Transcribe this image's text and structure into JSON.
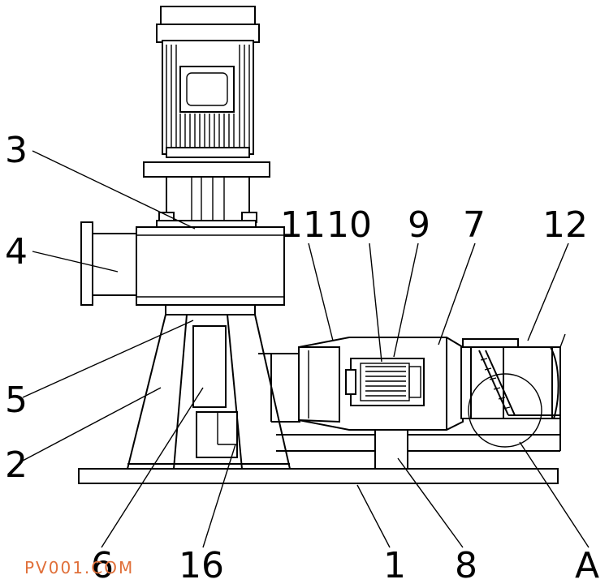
{
  "labels": {
    "l3": "3",
    "l4": "4",
    "l5": "5",
    "l2": "2",
    "l11": "11",
    "l10": "10",
    "l9": "9",
    "l7": "7",
    "l12": "12",
    "l6": "6",
    "l16": "16",
    "l1": "1",
    "l8": "8",
    "lA": "A"
  },
  "watermark": "PV001.COM"
}
